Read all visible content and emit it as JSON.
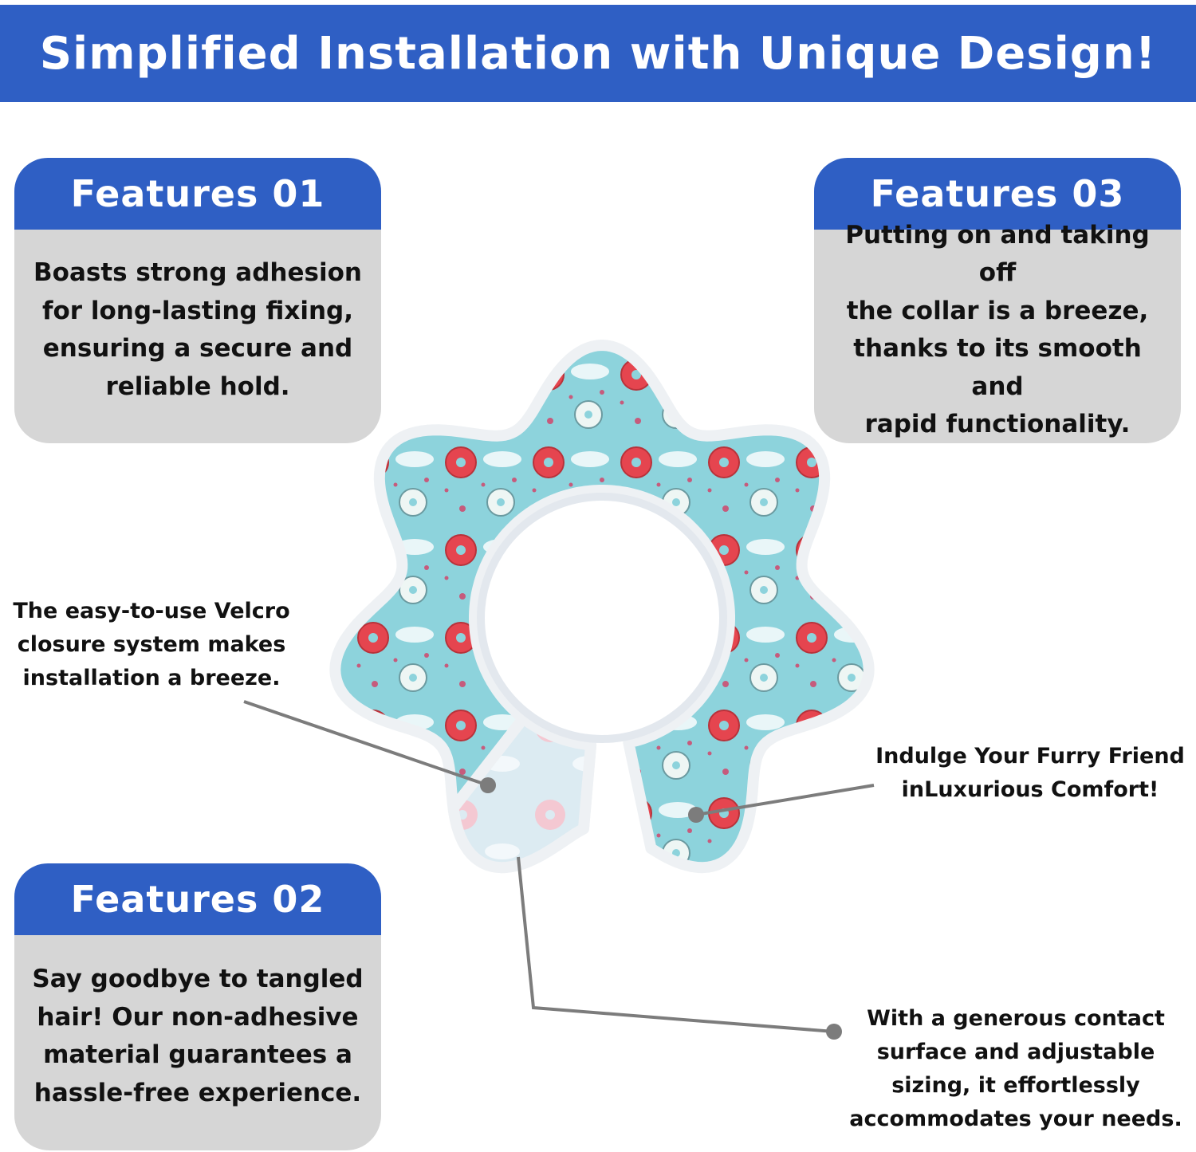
{
  "banner": {
    "title": "Simplified Installation with Unique Design!"
  },
  "features": [
    {
      "id": "01",
      "title": "Features 01",
      "lines": [
        "Boasts strong adhesion",
        "for long-lasting fixing,",
        "ensuring a secure and",
        "reliable hold."
      ]
    },
    {
      "id": "02",
      "title": "Features 02",
      "lines": [
        "Say goodbye to tangled",
        "hair! Our non-adhesive",
        "material guarantees a",
        "hassle-free experience."
      ]
    },
    {
      "id": "03",
      "title": "Features 03",
      "lines": [
        "Putting on and taking off",
        "the collar is a breeze,",
        "thanks to its smooth and",
        "rapid functionality."
      ]
    }
  ],
  "callouts": {
    "velcro": [
      "The easy-to-use Velcro",
      "closure system makes",
      "installation a breeze."
    ],
    "comfort": [
      "Indulge Your Furry Friend",
      "inLuxurious Comfort!"
    ],
    "contact": [
      "With a generous contact",
      "surface and adjustable",
      "sizing, it effortlessly",
      "accommodates your needs."
    ]
  },
  "colors": {
    "brand_blue": "#2f5fc4",
    "card_gray": "#d6d6d6",
    "fabric_teal": "#8dd3dc",
    "donut_pink": "#e5454f",
    "leader_gray": "#7c7c7c"
  }
}
